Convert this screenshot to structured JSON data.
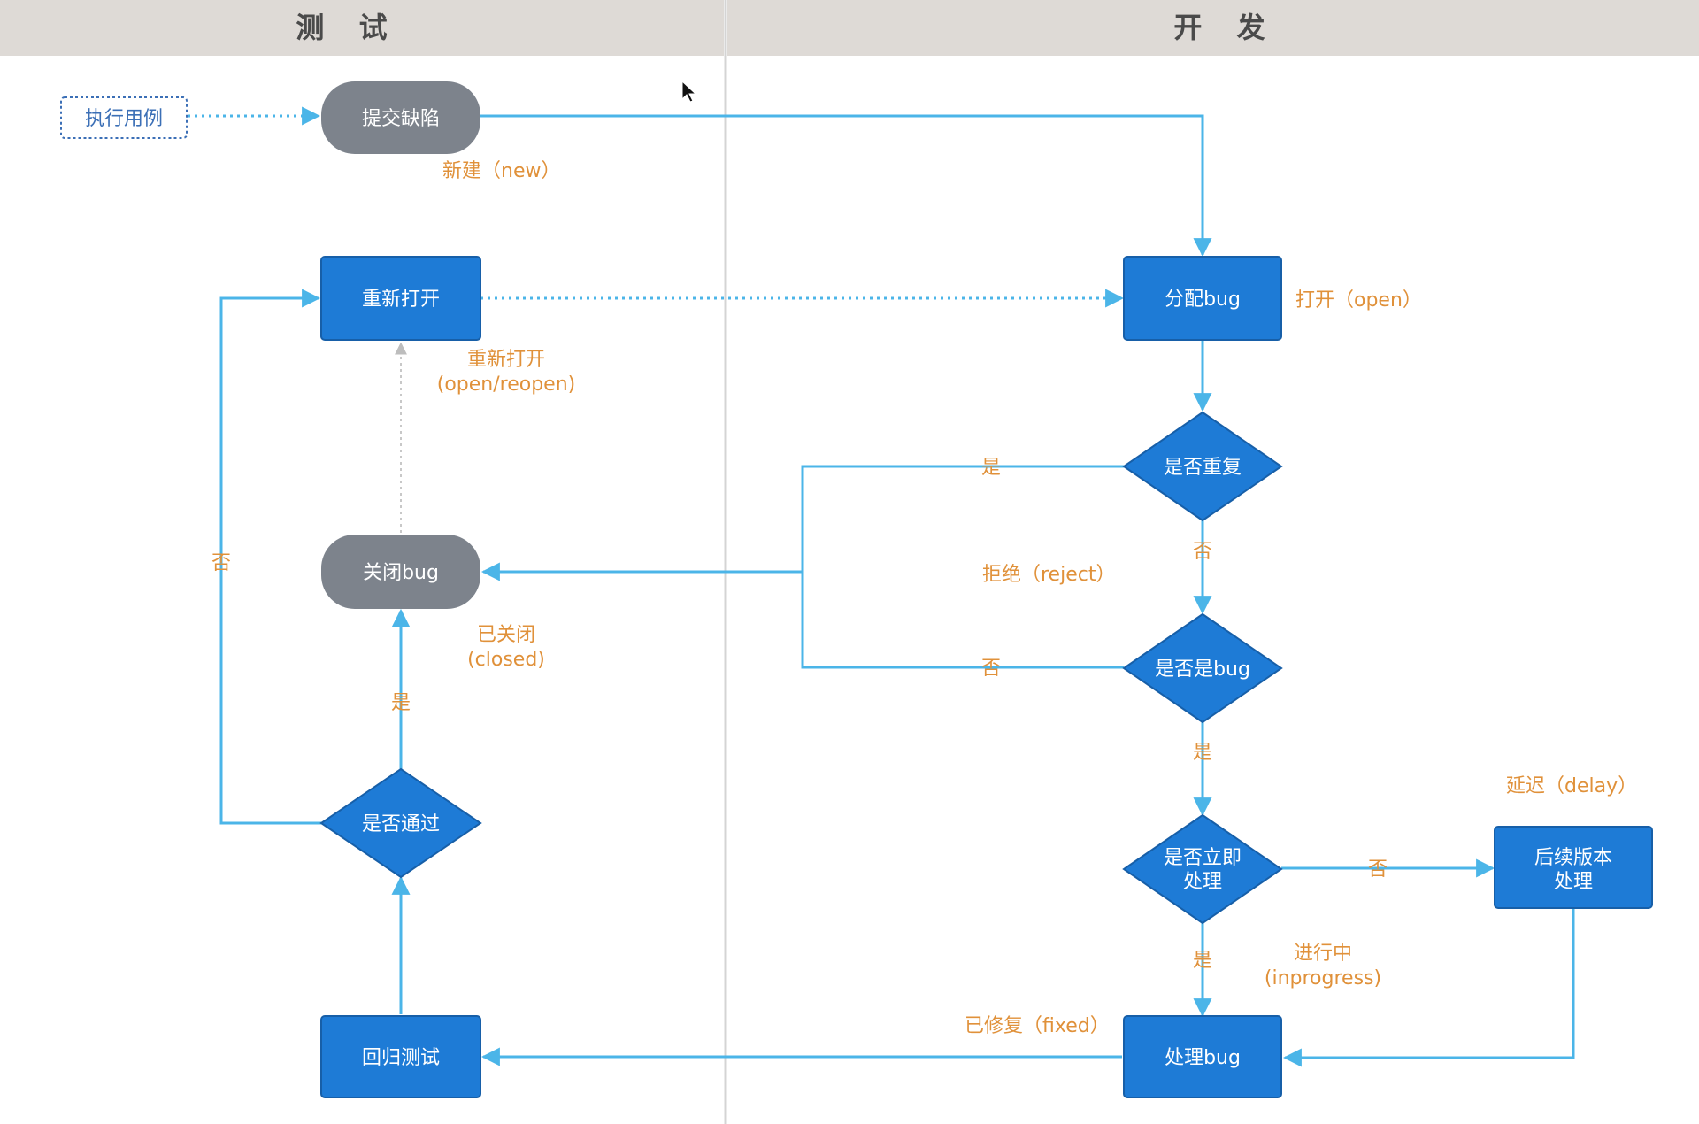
{
  "lanes": {
    "test": "测 试",
    "dev": "开 发"
  },
  "nodes": {
    "execute_case": "执行用例",
    "submit_defect": "提交缺陷",
    "reopen": "重新打开",
    "close_bug": "关闭bug",
    "passed_q": "是否通过",
    "regression": "回归测试",
    "assign_bug": "分配bug",
    "duplicate_q": "是否重复",
    "is_bug_q": "是否是bug",
    "immediate_q_line1": "是否立即",
    "immediate_q_line2": "处理",
    "later_version_line1": "后续版本",
    "later_version_line2": "处理",
    "handle_bug": "处理bug"
  },
  "statuses": {
    "new": "新建（new）",
    "open": "打开（open）",
    "reopen_line1": "重新打开",
    "reopen_line2": "(open/reopen)",
    "closed_line1": "已关闭",
    "closed_line2": "(closed)",
    "reject": "拒绝（reject）",
    "delay": "延迟（delay）",
    "inprogress_line1": "进行中",
    "inprogress_line2": "(inprogress)",
    "fixed": "已修复（fixed）"
  },
  "edge_labels": {
    "dup_yes": "是",
    "dup_no": "否",
    "isbug_no": "否",
    "isbug_yes": "是",
    "immediate_no": "否",
    "immediate_yes": "是",
    "pass_yes": "是",
    "pass_no": "否"
  },
  "colors": {
    "lane_header": "#dedad6",
    "node_blue": "#1e7bd6",
    "node_grey": "#7d838c",
    "edge": "#4bb5e8",
    "status": "#e0913a"
  }
}
